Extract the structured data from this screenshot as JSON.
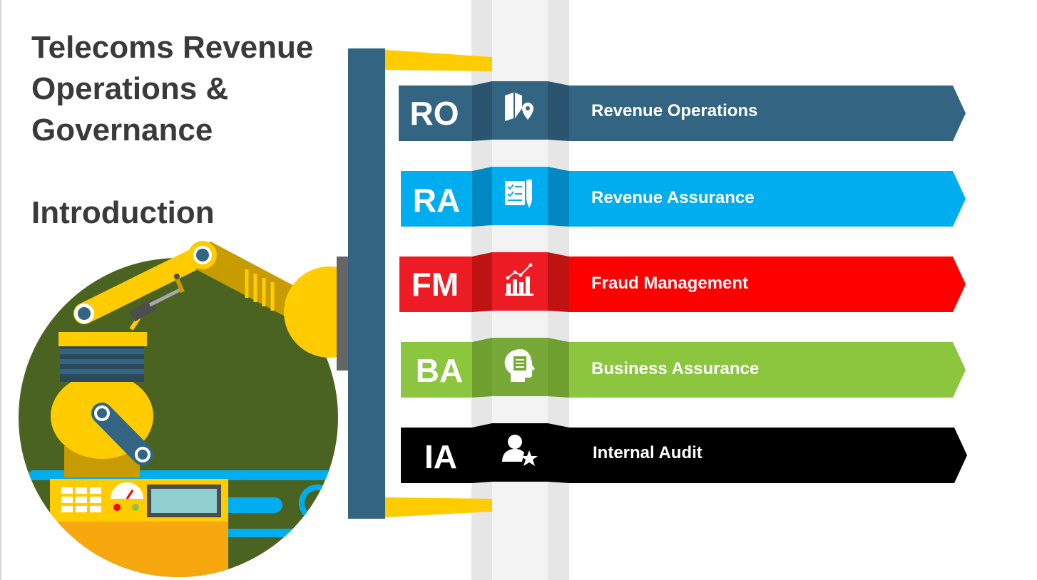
{
  "slide": {
    "title": "Telecoms Revenue Operations & Governance",
    "subtitle": "Introduction"
  },
  "colors": {
    "dark_text": "#3a3a3a",
    "pole_blue": "#336583",
    "bracket_yellow": "#ffcc00",
    "pole_grey": "#e8e8e8"
  },
  "items": [
    {
      "abbr": "RO",
      "label": "Revenue Operations",
      "color": "#336583",
      "dark": "#2a5470",
      "icon": "map-pin-icon"
    },
    {
      "abbr": "RA",
      "label": "Revenue Assurance",
      "color": "#00aeef",
      "dark": "#0088c2",
      "icon": "checklist-pen-icon"
    },
    {
      "abbr": "FM",
      "label": "Fraud Management",
      "color": "#ff0000",
      "dark": "#bf1313",
      "icon": "growth-chart-icon"
    },
    {
      "abbr": "BA",
      "label": "Business Assurance",
      "color": "#8cc63f",
      "dark": "#6f9f2f",
      "icon": "head-document-icon"
    },
    {
      "abbr": "IA",
      "label": "Internal Audit",
      "color": "#000000",
      "dark": "#000000",
      "icon": "user-star-icon"
    }
  ]
}
